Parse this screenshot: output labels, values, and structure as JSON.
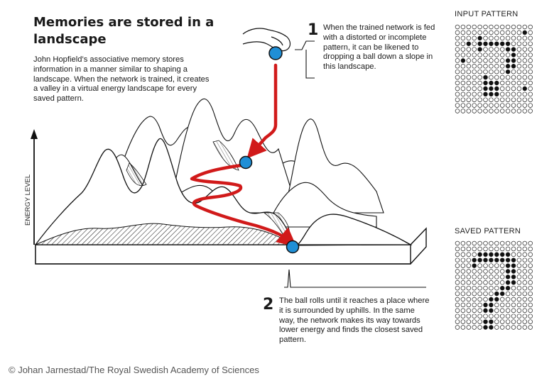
{
  "title": "Memories are stored in a landscape",
  "intro": "John Hopfield’s associative memory stores information in a manner similar to shaping a landscape. When the network is trained, it creates a valley in a virtual energy landscape for every saved pattern.",
  "axis_label": "ENERGY LEVEL",
  "step1": {
    "number": "1",
    "text": "When the trained network is fed with a distorted or incomplete pattern, it can be likened to dropping a ball down a slope in this landscape."
  },
  "step2": {
    "number": "2",
    "text": "The ball rolls until it reaches a place where it is surrounded by uphills. In the same way, the network makes its way towards lower energy and finds the closest saved pattern."
  },
  "input_pattern": {
    "label": "INPUT PATTERN",
    "rows": [
      "00000000000000",
      "00000000000010",
      "00001000000000",
      "00101111110000",
      "00001000011000",
      "00000000001000",
      "01000000011000",
      "00000000011000",
      "00000000010000",
      "00000100000000",
      "00000111000000",
      "00000111000010",
      "00000111000000",
      "00000000000000",
      "00000000000000",
      "00000000000000"
    ]
  },
  "saved_pattern": {
    "label": "SAVED PATTERN",
    "rows": [
      "00000000000000",
      "00000000000000",
      "00001111110000",
      "00011111111000",
      "00010000011000",
      "00000000011000",
      "00000000011000",
      "00000000011000",
      "00000000110000",
      "00000001100000",
      "00000011000000",
      "00000110000000",
      "00000110000000",
      "00000000000000",
      "00000110000000",
      "00000110000000"
    ]
  },
  "colors": {
    "path": "#d11a1a",
    "ball": "#1f8fd6",
    "ink": "#1a1a1a"
  },
  "credit": "© Johan Jarnestad/The Royal Swedish Academy of Sciences"
}
